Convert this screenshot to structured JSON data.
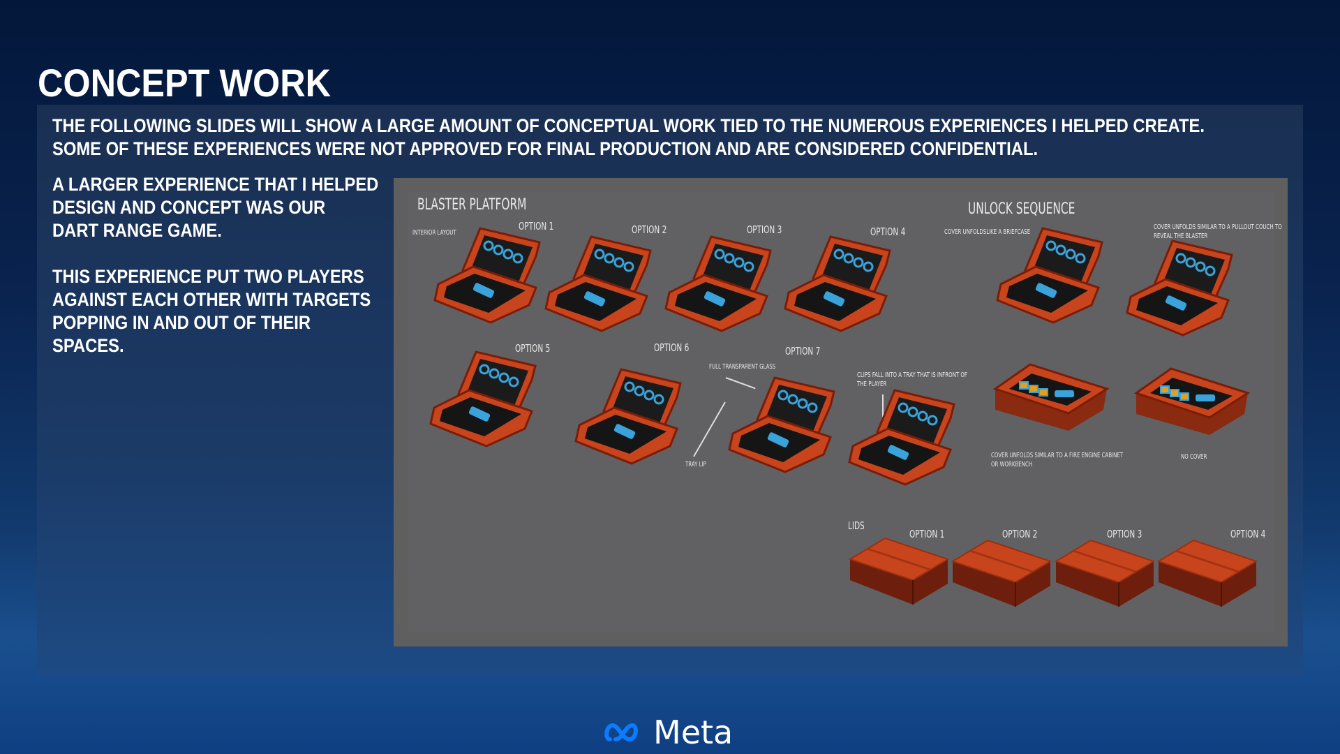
{
  "slide": {
    "title": "CONCEPT WORK",
    "intro": [
      "THE FOLLOWING SLIDES WILL SHOW A LARGE AMOUNT OF CONCEPTUAL WORK TIED TO THE NUMEROUS EXPERIENCES I HELPED CREATE.",
      "SOME OF THESE EXPERIENCES WERE NOT APPROVED FOR FINAL PRODUCTION AND ARE CONSIDERED CONFIDENTIAL."
    ],
    "paragraph1": [
      "A LARGER EXPERIENCE THAT I HELPED",
      "DESIGN AND CONCEPT WAS OUR",
      "DART RANGE GAME."
    ],
    "paragraph2": [
      "THIS EXPERIENCE PUT TWO PLAYERS",
      "AGAINST EACH OTHER WITH TARGETS",
      "POPPING IN AND OUT OF THEIR",
      "SPACES."
    ]
  },
  "concept_art": {
    "blaster_platform": "BLASTER PLATFORM",
    "interior_layout": "INTERIOR LAYOUT",
    "options": [
      "OPTION 1",
      "OPTION 2",
      "OPTION 3",
      "OPTION 4",
      "OPTION 5",
      "OPTION 6",
      "OPTION 7"
    ],
    "full_glass": "FULL TRANSPARENT GLASS",
    "tray_lip": "TRAY LIP",
    "clips_tray": [
      "CLIPS FALL INTO A TRAY THAT IS INFRONT OF",
      "THE PLAYER"
    ],
    "unlock_sequence": "UNLOCK SEQUENCE",
    "briefcase": "COVER UNFOLDSLIKE A BRIEFCASE",
    "couch": [
      "COVER UNFOLDS SIMILAR TO A PULLOUT COUCH TO",
      "REVEAL THE BLASTER"
    ],
    "fire_engine": [
      "COVER UNFOLDS SIMILAR TO A FIRE ENGINE CABINET",
      "OR WORKBENCH"
    ],
    "no_cover": "NO COVER",
    "lids": "LIDS",
    "lid_options": [
      "OPTION 1",
      "OPTION 2",
      "OPTION 3",
      "OPTION 4"
    ]
  },
  "footer": {
    "brand": "Meta"
  },
  "colors": {
    "case_orange": "#c8441c",
    "blaster_blue": "#3aa3dc",
    "meta_blue": "#0a7cff"
  }
}
